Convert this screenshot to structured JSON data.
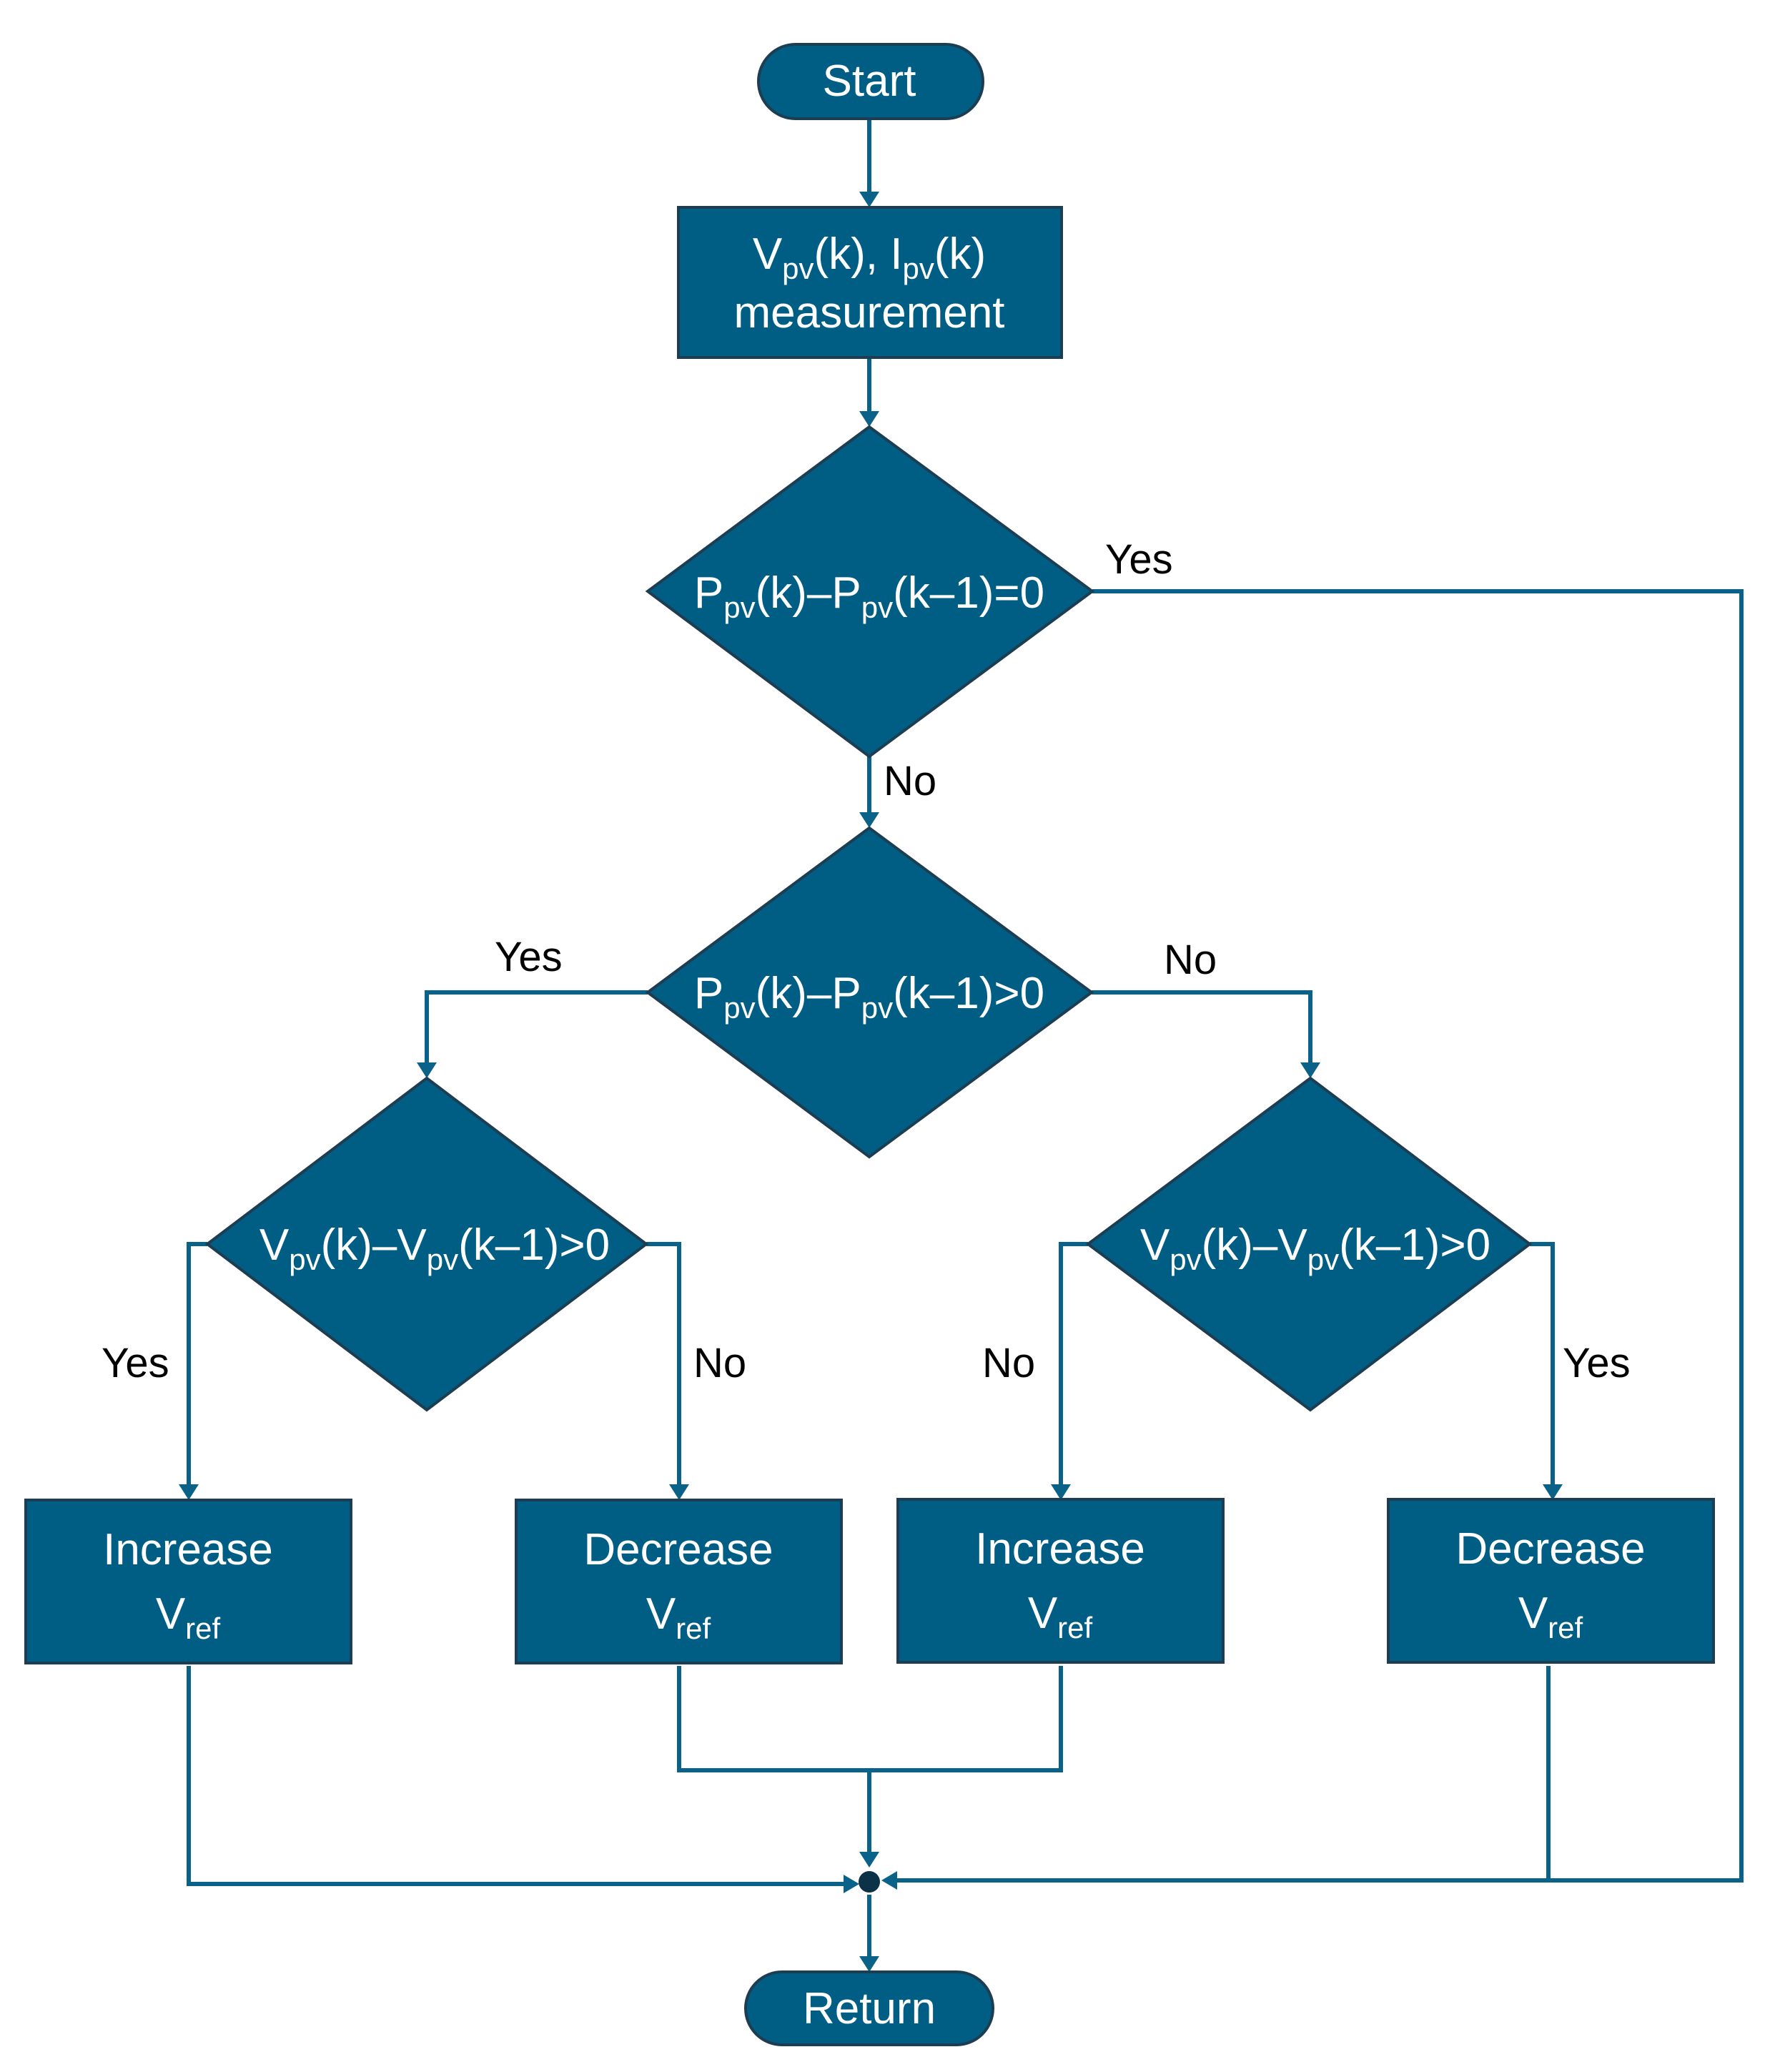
{
  "nodes": {
    "start": "Start",
    "measure": {
      "v": "V",
      "v_sub": "pv",
      "v_tail": "(k), ",
      "i": "I",
      "i_sub": "pv",
      "i_tail": "(k)",
      "line2": "measurement"
    },
    "decision1": {
      "a": "P",
      "a_sub": "pv",
      "b": "(k)–P",
      "b_sub": "pv",
      "c": "(k–1)=0"
    },
    "decision2": {
      "a": "P",
      "a_sub": "pv",
      "b": "(k)–P",
      "b_sub": "pv",
      "c": "(k–1)>0"
    },
    "decision3": {
      "a": "V",
      "a_sub": "pv",
      "b": "(k)–V",
      "b_sub": "pv",
      "c": "(k–1)>0"
    },
    "decision4": {
      "a": "V",
      "a_sub": "pv",
      "b": "(k)–V",
      "b_sub": "pv",
      "c": "(k–1)>0"
    },
    "box1": {
      "line1": "Increase",
      "v": "V",
      "sub": "ref"
    },
    "box2": {
      "line1": "Decrease",
      "v": "V",
      "sub": "ref"
    },
    "box3": {
      "line1": "Increase",
      "v": "V",
      "sub": "ref"
    },
    "box4": {
      "line1": "Decrease",
      "v": "V",
      "sub": "ref"
    },
    "return": "Return"
  },
  "edge_labels": {
    "d1_yes": "Yes",
    "d1_no": "No",
    "d2_yes": "Yes",
    "d2_no": "No",
    "d3_yes": "Yes",
    "d3_no": "No",
    "d4_no": "No",
    "d4_yes": "Yes"
  },
  "colors": {
    "node_fill": "#005e85",
    "node_border": "#1c3d52",
    "connector": "#0b6289",
    "node_text": "#ffffff",
    "label_text": "#000000"
  }
}
